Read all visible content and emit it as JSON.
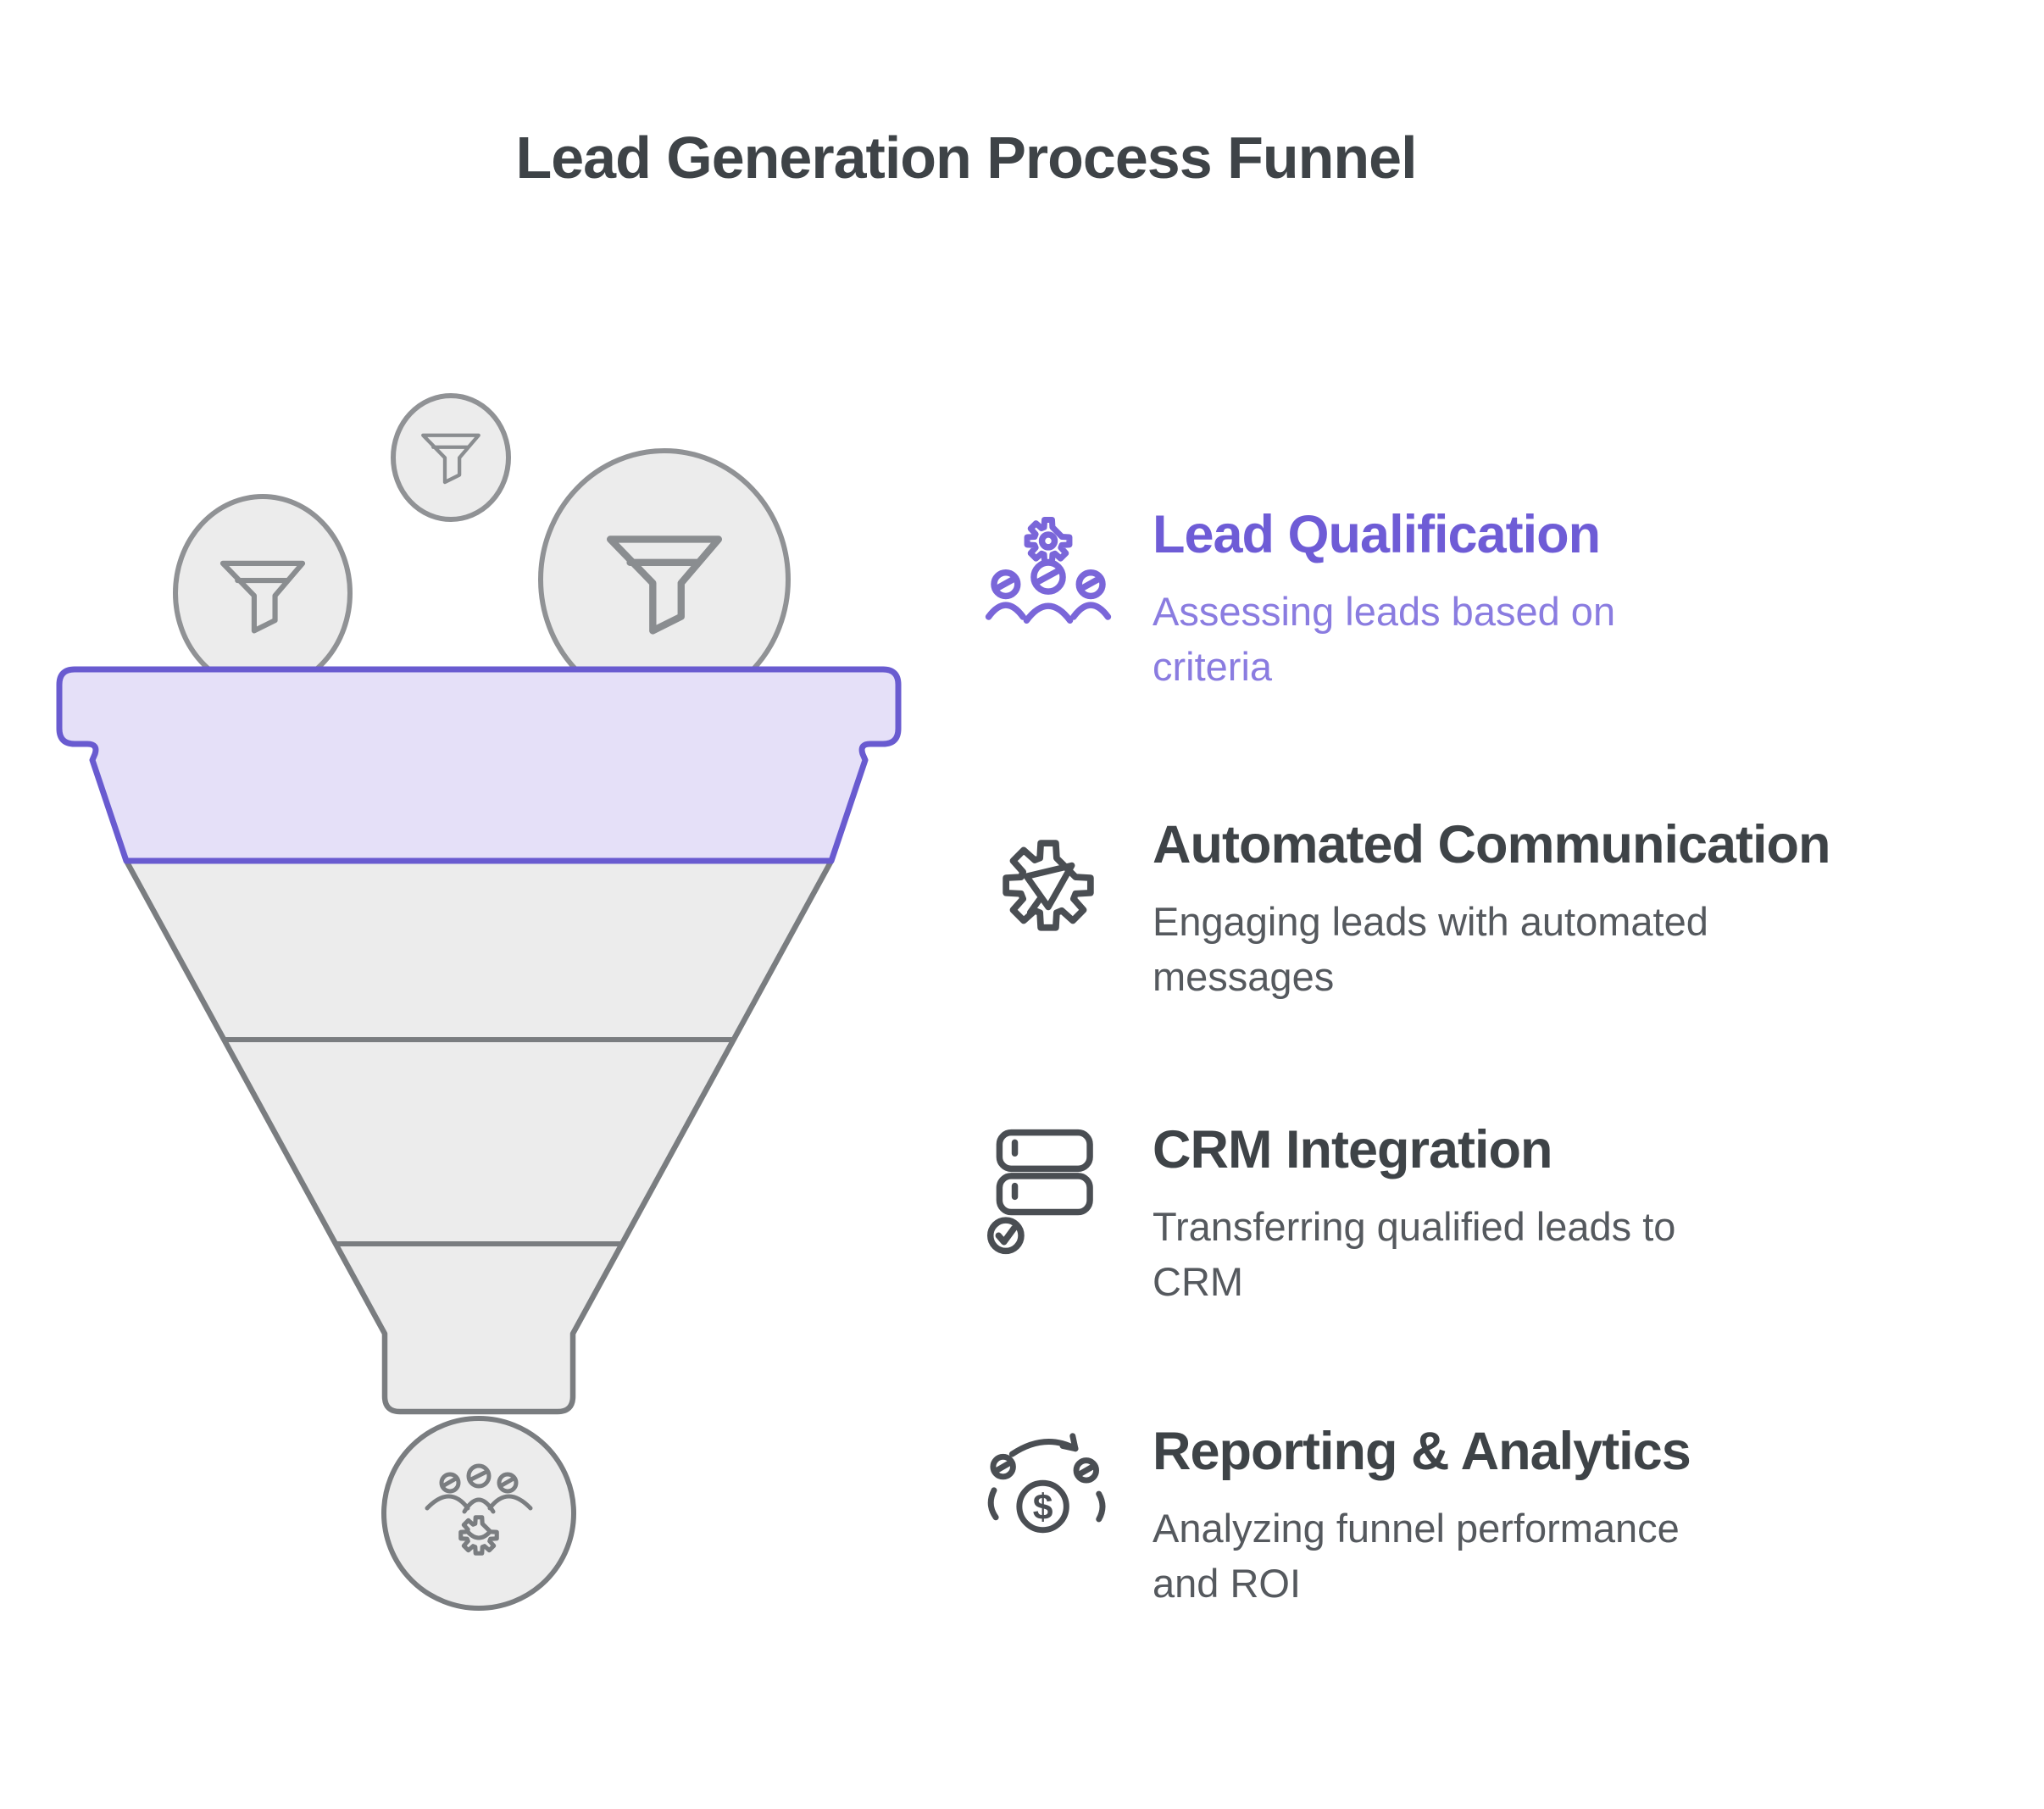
{
  "page": {
    "title": "Lead Generation Process Funnel"
  },
  "colors": {
    "accent_purple": "#695BD0",
    "purple_fill": "#E5E0F8",
    "purple_title_text": "#6E5CD6",
    "purple_desc_text": "#8A7CE0",
    "dark_title_text": "#3E4347",
    "desc_text": "#55595E",
    "funnel_gray_fill": "#ECECEC",
    "funnel_gray_stroke": "#7A7D80"
  },
  "funnel": {
    "stage_count": 4,
    "top_stage_color": "#E5E0F8",
    "bubbles": [
      {
        "icon": "funnel-icon",
        "size": "small"
      },
      {
        "icon": "funnel-icon",
        "size": "medium"
      },
      {
        "icon": "funnel-icon",
        "size": "large"
      }
    ],
    "outlet_icon": "gear-people-icon"
  },
  "items": [
    {
      "icon": "gear-people-icon",
      "title": "Lead Qualification",
      "description": "Assessing leads based on\ncriteria"
    },
    {
      "icon": "gear-megaphone-icon",
      "title": "Automated Communication",
      "description": "Engaging leads with automated\nmessages"
    },
    {
      "icon": "server-check-icon",
      "title": "CRM Integration",
      "description": "Transferring qualified leads to\nCRM"
    },
    {
      "icon": "money-cycle-icon",
      "title": "Reporting & Analytics",
      "description": "Analyzing funnel performance\nand ROI"
    }
  ],
  "icons": {
    "dollar_symbol": "$"
  }
}
